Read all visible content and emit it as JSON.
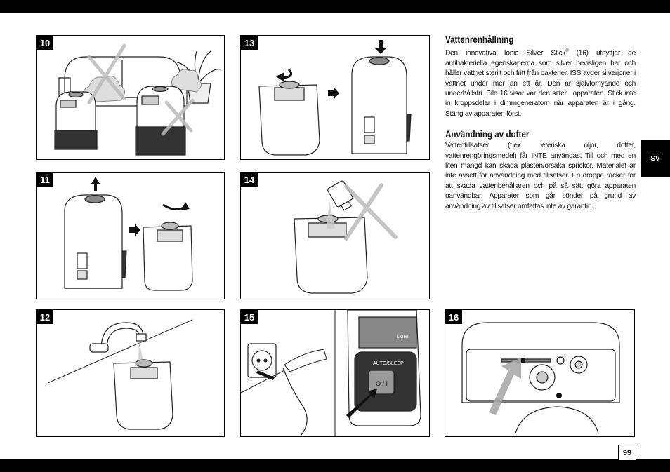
{
  "page": {
    "number": "99",
    "language_tab": "SV"
  },
  "figures": [
    {
      "id": "fig10",
      "label": "10"
    },
    {
      "id": "fig11",
      "label": "11"
    },
    {
      "id": "fig12",
      "label": "12"
    },
    {
      "id": "fig13",
      "label": "13"
    },
    {
      "id": "fig14",
      "label": "14"
    },
    {
      "id": "fig15",
      "label": "15",
      "control_panel_label": "AUTO/SLEEP",
      "power_symbol": "O / I",
      "bottom_icon": "LIGHT"
    },
    {
      "id": "fig16",
      "label": "16"
    }
  ],
  "sections": {
    "cleaning": {
      "heading": "Vattenrenhållning",
      "text_before_sup": "Den innovativa Ionic Silver Stick",
      "sup": "®",
      "text_after_sup": " (16) utnyttjar de antibakteriella egenskaperna som silver bevisligen har och håller vattnet sterilt och fritt från bakterier. ISS avger silverjoner i vattnet under mer än ett år. Den är självförnyande och underhållsfri. Bild 16 visar var den sitter i apparaten. Stick inte in kroppsdelar i dimmgeneratorn när apparaten är i gång. Stäng av apparaten först."
    },
    "scents": {
      "heading": "Användning av dofter",
      "text": "Vattentillsatser (t.ex. eteriska oljor, dofter, vattenrengöringsmedel) får INTE användas. Till och med en liten mängd kan skada plasten/orsaka sprickor. Materialet är inte avsett för användning med tillsatser. En droppe räcker för att skada vattenbehållaren och på så sätt göra apparaten oanvändbar. Apparater som går sönder på grund av användning av tillsatser omfattas inte av garantin."
    }
  }
}
